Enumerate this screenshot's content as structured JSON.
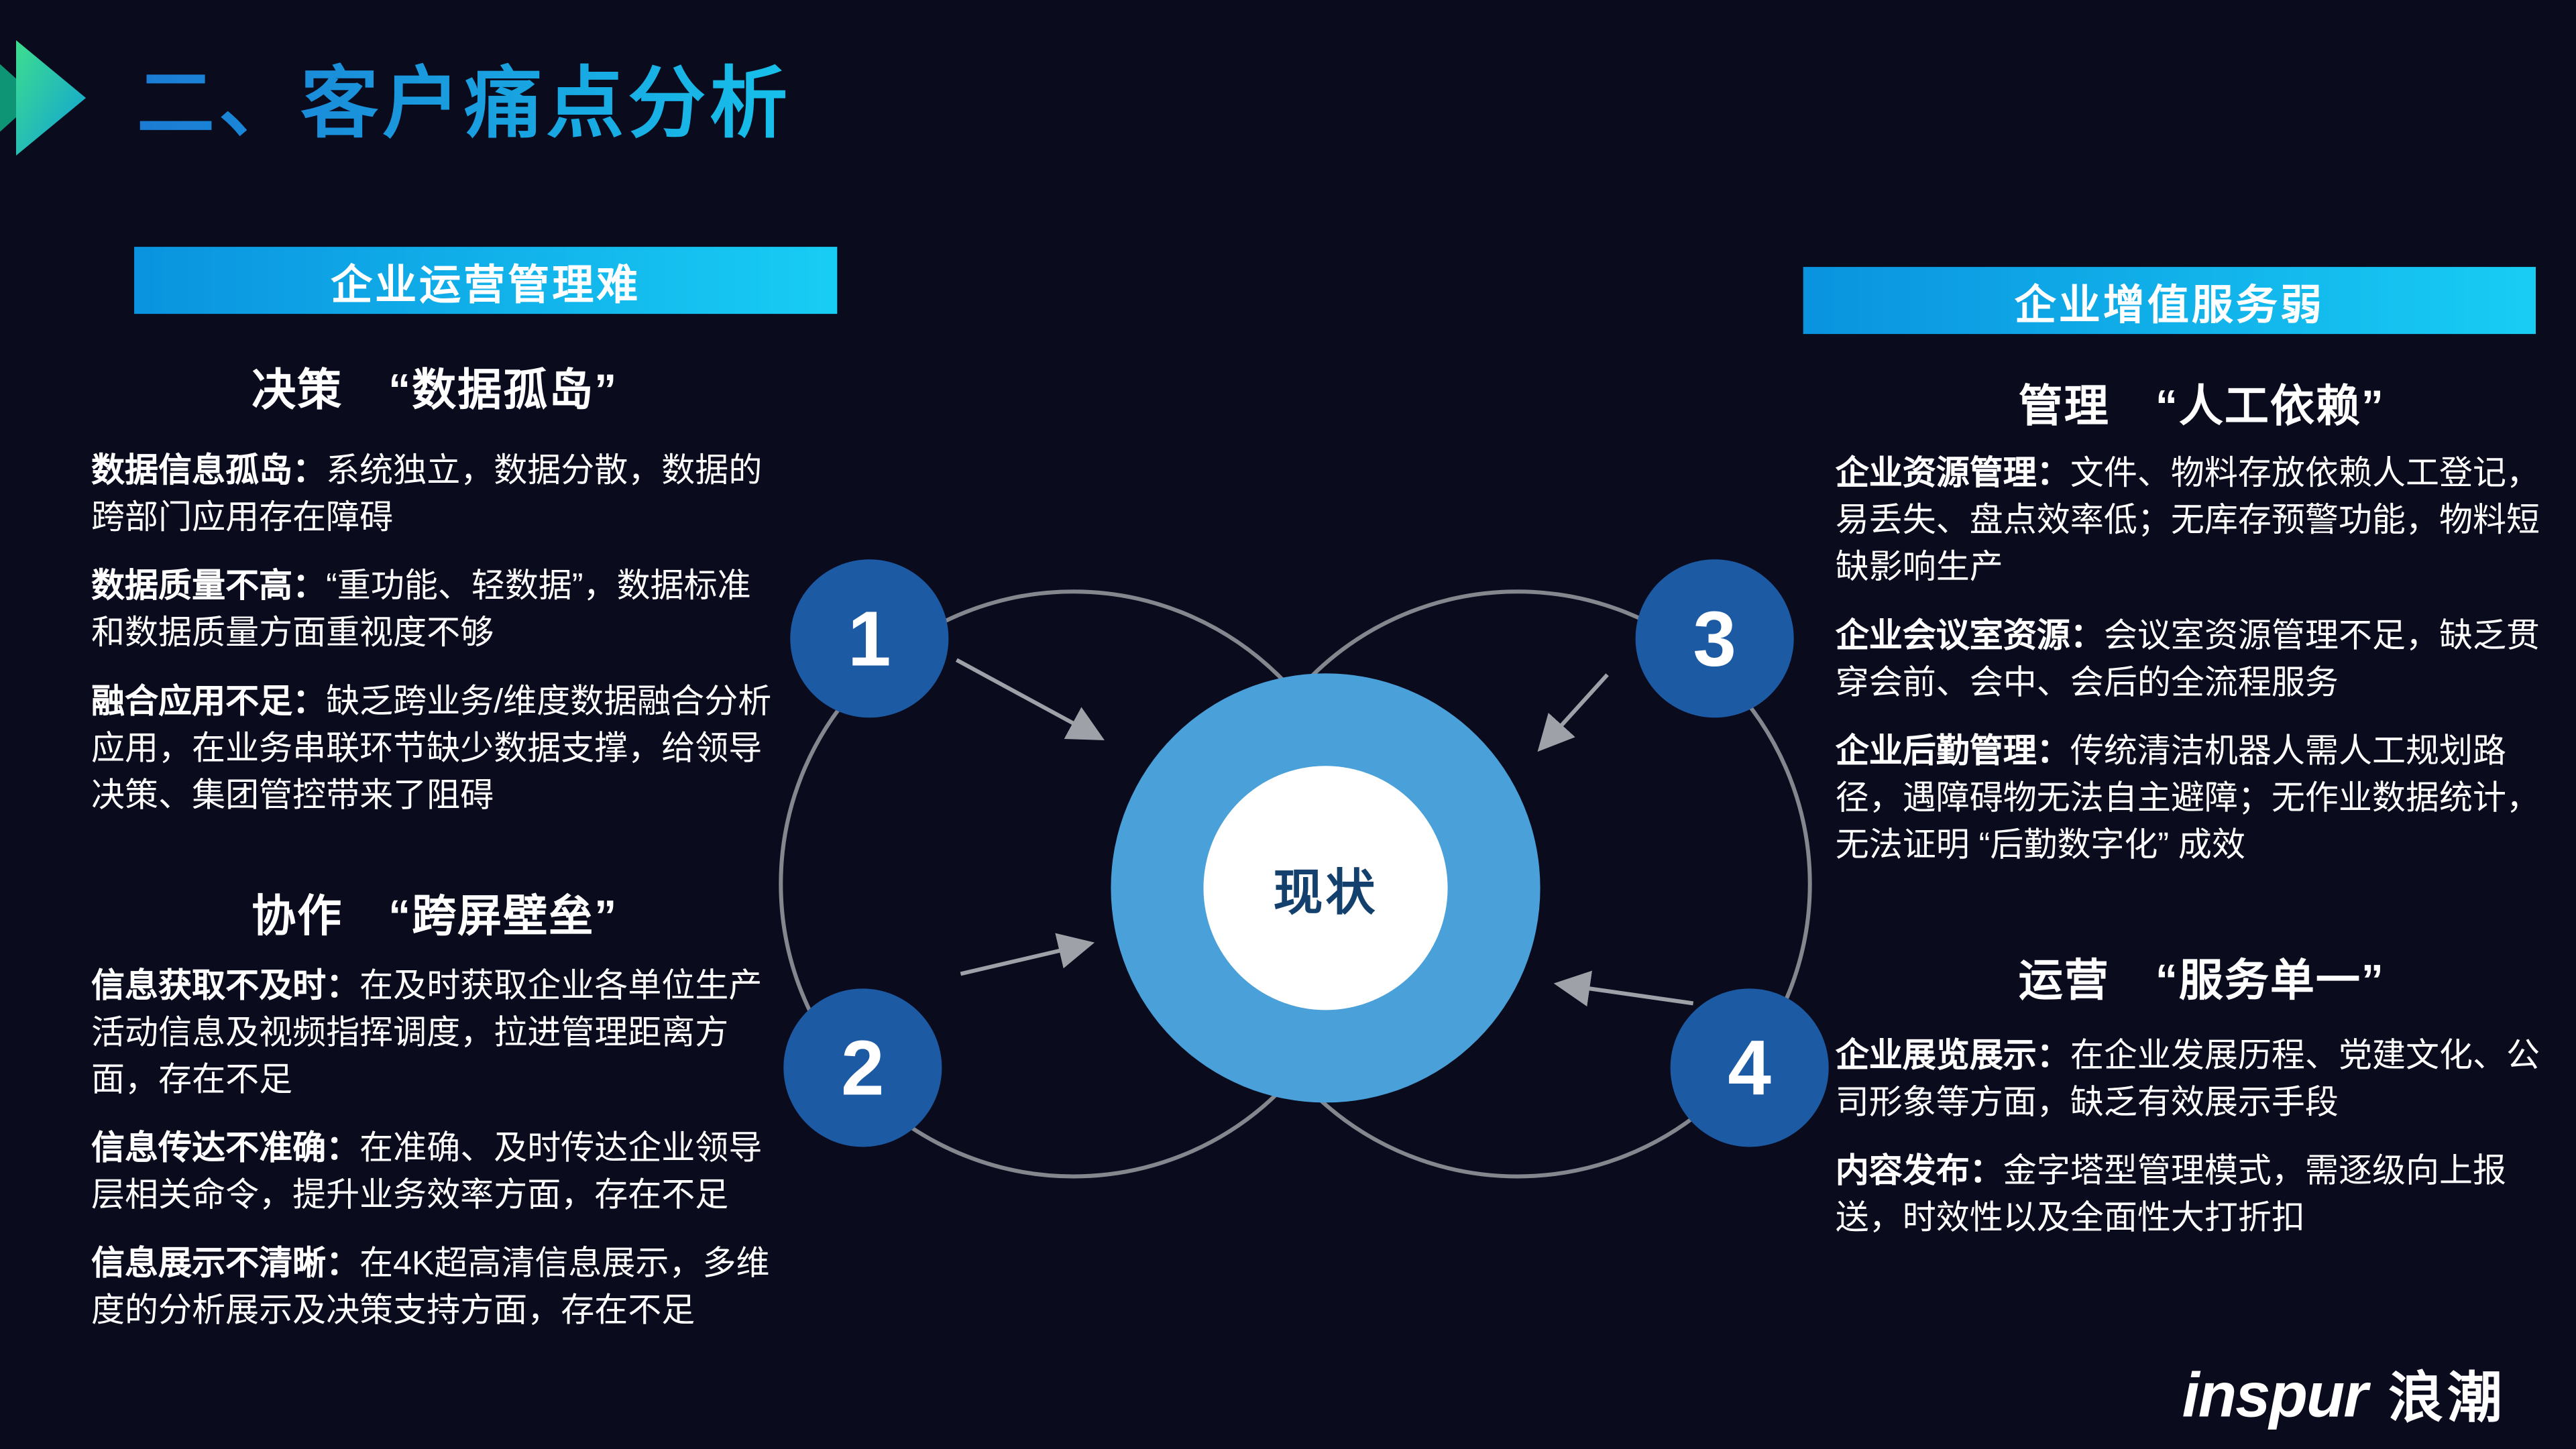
{
  "slide": {
    "title": "二、客户痛点分析",
    "left_banner": "企业运营管理难",
    "right_banner": "企业增值服务弱"
  },
  "left_sections": [
    {
      "heading": "决策　“数据孤岛”",
      "items": [
        {
          "lead": "数据信息孤岛：",
          "text": "系统独立，数据分散，数据的跨部门应用存在障碍"
        },
        {
          "lead": "数据质量不高：",
          "text": "“重功能、轻数据”，数据标准和数据质量方面重视度不够"
        },
        {
          "lead": "融合应用不足：",
          "text": "缺乏跨业务/维度数据融合分析应用，在业务串联环节缺少数据支撑，给领导决策、集团管控带来了阻碍"
        }
      ]
    },
    {
      "heading": "协作　“跨屏壁垒”",
      "items": [
        {
          "lead": "信息获取不及时：",
          "text": "在及时获取企业各单位生产活动信息及视频指挥调度，拉进管理距离方面，存在不足"
        },
        {
          "lead": "信息传达不准确：",
          "text": "在准确、及时传达企业领导层相关命令，提升业务效率方面，存在不足"
        },
        {
          "lead": "信息展示不清晰：",
          "text": "在4K超高清信息展示，多维度的分析展示及决策支持方面，存在不足"
        }
      ]
    }
  ],
  "right_sections": [
    {
      "heading": "管理　“人工依赖”",
      "items": [
        {
          "lead": "企业资源管理：",
          "text": "文件、物料存放依赖人工登记，易丢失、盘点效率低；无库存预警功能，物料短缺影响生产"
        },
        {
          "lead": "企业会议室资源：",
          "text": "会议室资源管理不足，缺乏贯穿会前、会中、会后的全流程服务"
        },
        {
          "lead": "企业后勤管理：",
          "text": "传统清洁机器人需人工规划路径，遇障碍物无法自主避障；无作业数据统计，无法证明 “后勤数字化” 成效"
        }
      ]
    },
    {
      "heading": "运营　“服务单一”",
      "items": [
        {
          "lead": "企业展览展示：",
          "text": "在企业发展历程、党建文化、公司形象等方面，缺乏有效展示手段"
        },
        {
          "lead": "内容发布：",
          "text": "金字塔型管理模式，需逐级向上报送，时效性以及全面性大打折扣"
        }
      ]
    }
  ],
  "diagram": {
    "center_label": "现状",
    "numbers": [
      "1",
      "2",
      "3",
      "4"
    ]
  },
  "logo": {
    "brand": "inspur",
    "brand_cn": "浪潮"
  },
  "colors": {
    "background": "#0b0b1e",
    "banner_gradient_start": "#0a93df",
    "banner_gradient_end": "#18cdf4",
    "title_gradient_start": "#1b7bd4",
    "title_gradient_end": "#17c0ea",
    "number_circle_blue": "#1d5aa4",
    "center_circle_blue": "#4aa0d8",
    "center_text_navy": "#14406e",
    "ring_gray": "#85878f"
  }
}
